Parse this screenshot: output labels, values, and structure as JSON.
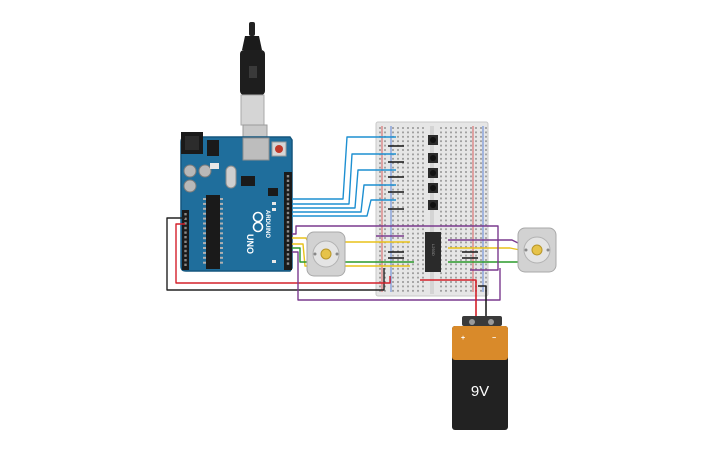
{
  "board": {
    "brand": "ARDUINO",
    "model": "UNO",
    "color_board": "#1f6e9c",
    "color_board_edge": "#15577e"
  },
  "battery": {
    "label": "9V",
    "plus": "+",
    "minus": "−",
    "color_body": "#222222",
    "color_wrap": "#d98a2a"
  },
  "chip": {
    "label": "L293D"
  },
  "wire_colors": {
    "blue": "#1d8fd1",
    "black": "#222222",
    "red": "#d4202a",
    "yellow": "#e8c21a",
    "green": "#2a9a2a",
    "purple": "#7a3a8e"
  }
}
